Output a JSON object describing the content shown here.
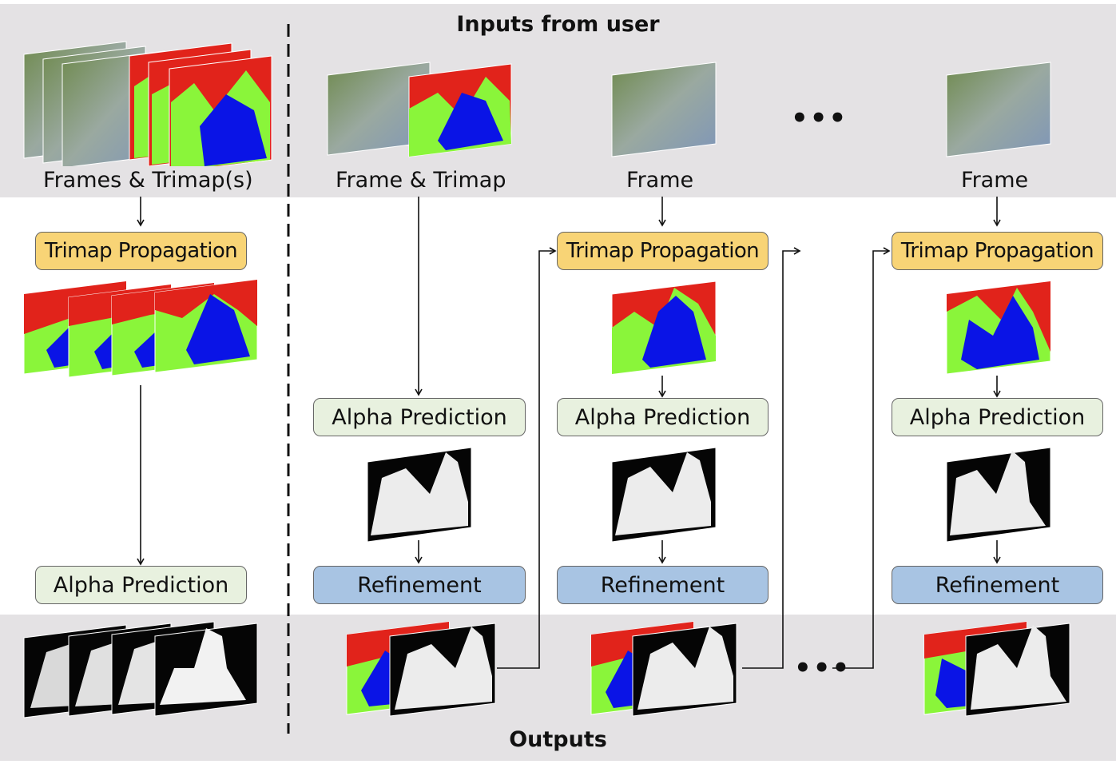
{
  "header": {
    "title": "Inputs from user"
  },
  "footer": {
    "title": "Outputs"
  },
  "offline": {
    "input_label": "Frames & Trimap(s)",
    "propagation_label": "Trimap Propagation",
    "alpha_label": "Alpha Prediction"
  },
  "interactive": {
    "first": {
      "input_label": "Frame & Trimap",
      "alpha_label": "Alpha Prediction",
      "refine_label": "Refinement"
    },
    "second": {
      "input_label": "Frame",
      "propagation_label": "Trimap Propagation",
      "alpha_label": "Alpha Prediction",
      "refine_label": "Refinement"
    },
    "last": {
      "input_label": "Frame",
      "propagation_label": "Trimap Propagation",
      "alpha_label": "Alpha Prediction",
      "refine_label": "Refinement"
    },
    "ellipsis": "•••"
  },
  "colors": {
    "band": "#e4e2e4",
    "trimap_background": "#e1231b",
    "trimap_unknown": "#8af53a",
    "trimap_foreground": "#0a14e6",
    "propagation_box": "#f8d476",
    "alpha_box": "#e8f1df",
    "refinement_box": "#a8c4e3"
  }
}
